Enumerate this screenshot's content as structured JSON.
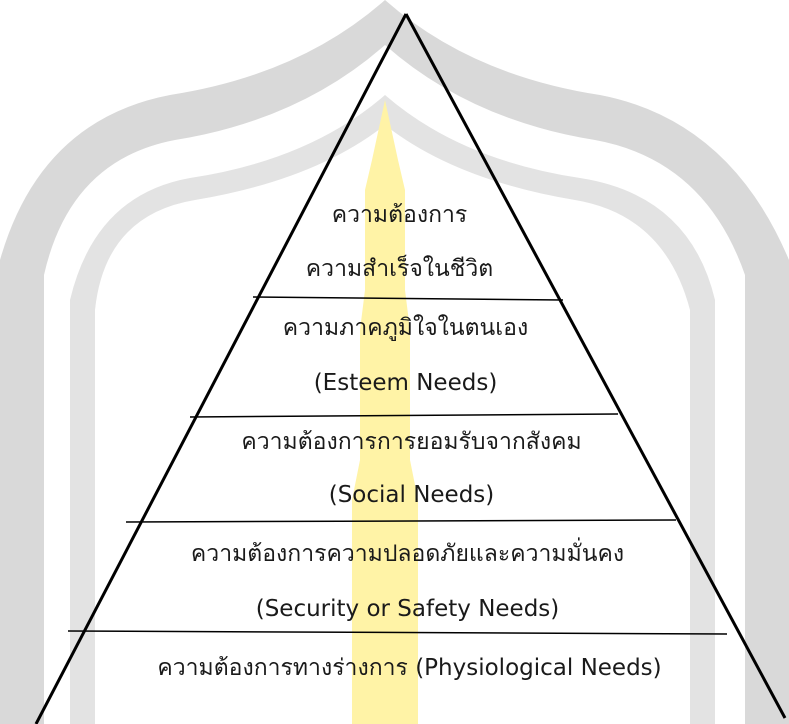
{
  "diagram": {
    "levels": [
      {
        "line1": "ความต้องการ",
        "line2": "ความสำเร็จในชีวิต"
      },
      {
        "line1": "ความภาคภูมิใจในตนเอง",
        "line2": "(Esteem Needs)"
      },
      {
        "line1": "ความต้องการการยอมรับจากสังคม",
        "line2": "(Social Needs)"
      },
      {
        "line1": "ความต้องการความปลอดภัยและความมั่นคง",
        "line2": "(Security or Safety Needs)"
      },
      {
        "line1": "ความต้องการทางร่างการ (Physiological Needs)"
      }
    ]
  },
  "colors": {
    "line": "#000000",
    "text": "#1a1a1a",
    "watermark_gray": "#d3d3d3",
    "watermark_yellow": "#fff3a6"
  }
}
